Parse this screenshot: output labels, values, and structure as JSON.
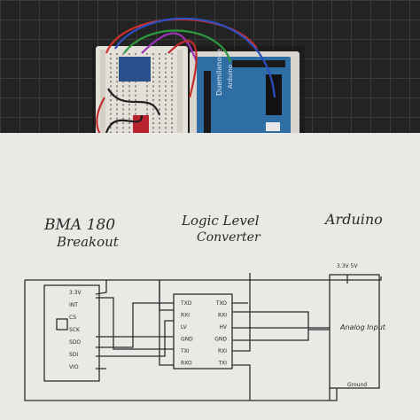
{
  "labels": {
    "bma_line1": "BMA 180",
    "bma_line2": "Breakout",
    "logic_line1": "Logic Level",
    "logic_line2": "Converter",
    "arduino": "Arduino"
  },
  "schematic": {
    "supply": "3.3V 5V",
    "analog_input": "Analog Input",
    "ground": "Ground",
    "bma_pins": [
      "3.3V",
      "INT",
      "CS",
      "SCK",
      "SDO",
      "SDI",
      "VIO"
    ],
    "llc_left_pins": [
      "TXD",
      "RXI",
      "LV",
      "GND",
      "TXI",
      "RXO"
    ],
    "llc_right_pins": [
      "TXO",
      "RXI",
      "HV",
      "GND",
      "RXI",
      "TXI"
    ]
  }
}
